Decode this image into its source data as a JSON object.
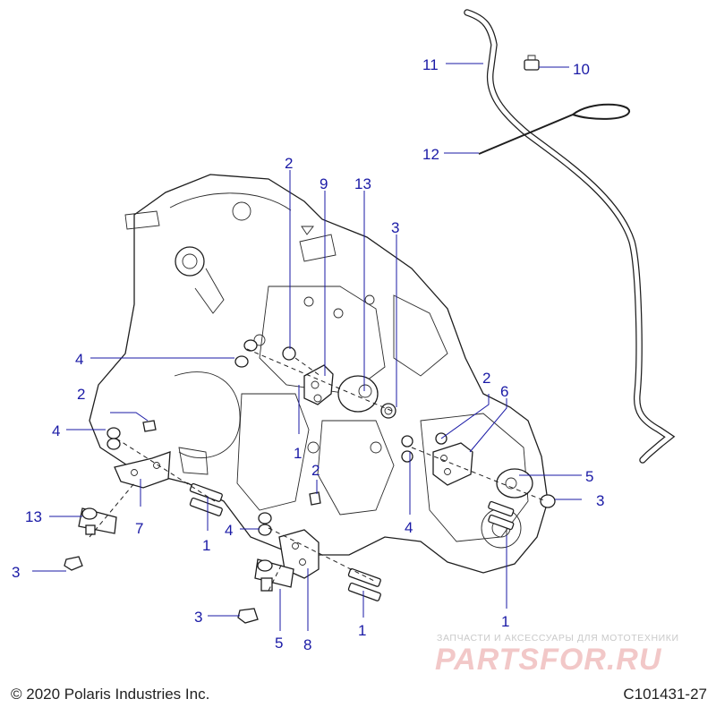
{
  "callouts": [
    {
      "id": "c11a",
      "text": "11"
    },
    {
      "id": "c10",
      "text": "10"
    },
    {
      "id": "c12",
      "text": "12"
    },
    {
      "id": "c2a",
      "text": "2"
    },
    {
      "id": "c9",
      "text": "9"
    },
    {
      "id": "c13a",
      "text": "13"
    },
    {
      "id": "c3a",
      "text": "3"
    },
    {
      "id": "c4a",
      "text": "4"
    },
    {
      "id": "c2b",
      "text": "2"
    },
    {
      "id": "c2c",
      "text": "2"
    },
    {
      "id": "c6",
      "text": "6"
    },
    {
      "id": "c4b",
      "text": "4"
    },
    {
      "id": "c1a",
      "text": "1"
    },
    {
      "id": "c2d",
      "text": "2"
    },
    {
      "id": "c5a",
      "text": "5"
    },
    {
      "id": "c3b",
      "text": "3"
    },
    {
      "id": "c13b",
      "text": "13"
    },
    {
      "id": "c7",
      "text": "7"
    },
    {
      "id": "c4c",
      "text": "4"
    },
    {
      "id": "c4d",
      "text": "4"
    },
    {
      "id": "c1b",
      "text": "1"
    },
    {
      "id": "c3c",
      "text": "3"
    },
    {
      "id": "c3d",
      "text": "3"
    },
    {
      "id": "c5b",
      "text": "5"
    },
    {
      "id": "c8",
      "text": "8"
    },
    {
      "id": "c1c",
      "text": "1"
    },
    {
      "id": "c1d",
      "text": "1"
    }
  ],
  "copyright": "© 2020 Polaris Industries Inc.",
  "figure_number": "C101431-27",
  "watermark": {
    "subtitle": "ЗАПЧАСТИ И АКСЕССУАРЫ ДЛЯ МОТОТЕХНИКИ",
    "brand": "PARTSFOR.RU"
  },
  "colors": {
    "callout_text": "#1a1aa6",
    "line_art": "#1e1e1e",
    "watermark": "#f2c8c8"
  }
}
